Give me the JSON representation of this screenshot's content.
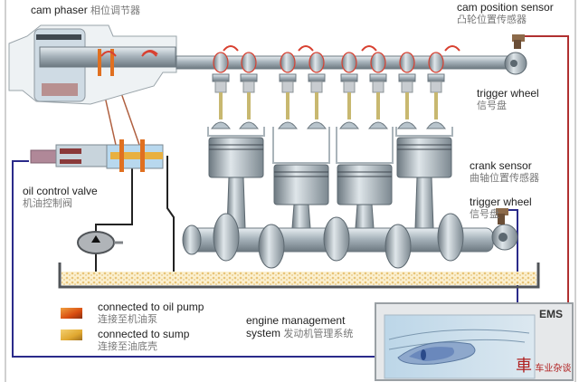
{
  "labels": {
    "cam_phaser": {
      "en": "cam phaser",
      "cn": "相位调节器"
    },
    "cam_position_sensor": {
      "en": "cam position sensor",
      "cn": "凸轮位置传感器"
    },
    "trigger_wheel_top": {
      "en": "trigger wheel",
      "cn": "信号盘"
    },
    "crank_sensor": {
      "en": "crank sensor",
      "cn": "曲轴位置传感器"
    },
    "trigger_wheel_bottom": {
      "en": "trigger wheel",
      "cn": "信号盘"
    },
    "oil_control_valve": {
      "en": "oil control valve",
      "cn": "机油控制阀"
    },
    "engine_management": {
      "en1": "engine management",
      "en2": "system",
      "cn": "发动机管理系统"
    },
    "ems_box": "EMS"
  },
  "legend": [
    {
      "en": "connected to oil pump",
      "cn": "连接至机油泵",
      "color": "#e0601a"
    },
    {
      "en": "connected to sump",
      "cn": "连接至油底壳",
      "color": "#e0b030"
    }
  ],
  "watermark": {
    "glyph": "車",
    "text": "车业杂谈"
  },
  "colors": {
    "wire_blue": "#2a2a8a",
    "wire_red": "#b03030",
    "oil": "#f0dca0",
    "metal": "#b8c4cc",
    "cam_lobe": "#d84030"
  }
}
